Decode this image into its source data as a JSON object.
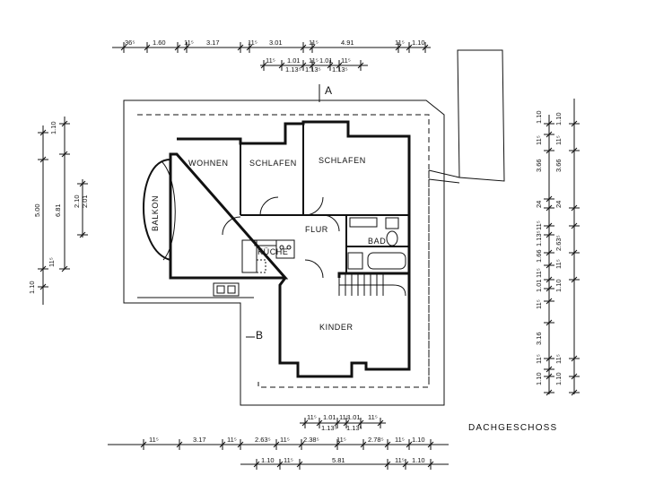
{
  "title": "DACHGESCHOSS",
  "section_markers": {
    "a": "A",
    "b": "B"
  },
  "rooms": {
    "wohnen": "WOHNEN",
    "schlafen1": "SCHLAFEN",
    "schlafen2": "SCHLAFEN",
    "flur": "FLUR",
    "bad": "BAD",
    "kueche": "KÜCHE",
    "kinder": "KINDER",
    "balkon": "BALKON"
  },
  "dims_top": [
    "36⁵",
    "1.60",
    "11⁵",
    "3.17",
    "11⁵",
    "3.01",
    "11⁵",
    "4.91",
    "11⁵",
    "1.10"
  ],
  "dims_top2": [
    "11⁵",
    "1.01",
    "11⁵",
    "1.01",
    "11⁵",
    "1.13⁵",
    "1.13⁵",
    "1.13⁵"
  ],
  "dims_bottom": [
    "11⁵",
    "3.17",
    "11⁵",
    "2.63⁵",
    "11⁵",
    "2.38⁵",
    "11⁵",
    "2.78⁵",
    "11⁵",
    "1.10"
  ],
  "dims_bottom_inner": [
    "11⁵",
    "1.01",
    "11⁵",
    "1.01",
    "11⁵",
    "1.13⁵",
    "1.13⁵"
  ],
  "dims_bottom2": [
    "1.10",
    "11⁵",
    "5.81",
    "11⁵",
    "1.10"
  ],
  "dims_left": [
    "1.10",
    "5.00",
    "6.81",
    "2.10",
    "2.01",
    "1.10",
    "11⁵"
  ],
  "dims_right": [
    "1.10",
    "11⁵",
    "3.66",
    "24",
    "11⁵",
    "1.13⁵",
    "1.66",
    "11⁵",
    "1.01",
    "11⁵",
    "3.16",
    "11⁵",
    "1.10",
    "1.10",
    "11⁵",
    "3.66",
    "24",
    "2.63⁵",
    "11⁵",
    "1.10",
    "11⁵",
    "1.10"
  ]
}
